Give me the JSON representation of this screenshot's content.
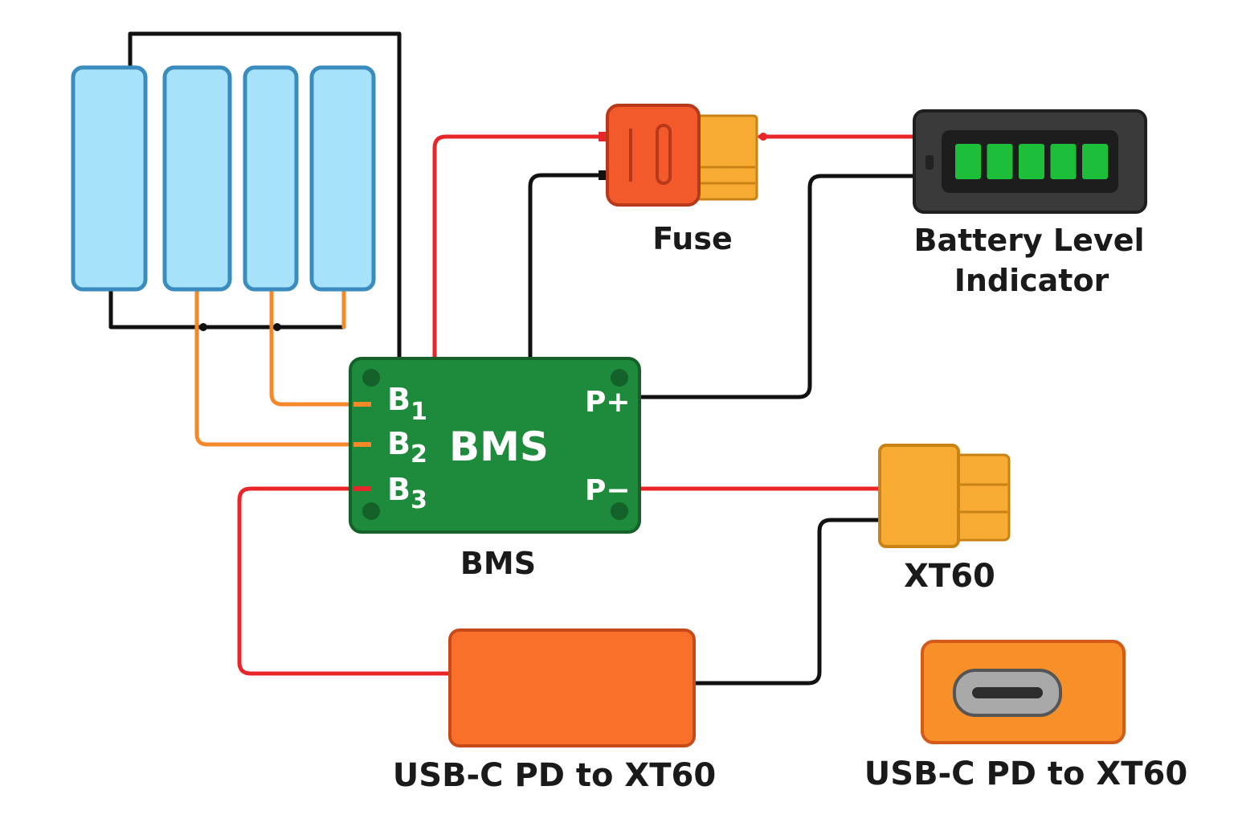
{
  "labels": {
    "fuse": "Fuse",
    "indicator_line1": "Battery Level",
    "indicator_line2": "Indicator",
    "bms_caption": "BMS",
    "xt60": "XT60",
    "converter": "USB-C PD to XT60",
    "usbc_module": "USB-C PD to XT60"
  },
  "bms": {
    "title": "BMS",
    "pins": {
      "b1_letter": "B",
      "b1_sub": "1",
      "b2_letter": "B",
      "b2_sub": "2",
      "b3_letter": "B",
      "b3_sub": "3",
      "p_plus": "P+",
      "p_minus": "P−"
    }
  },
  "battery_indicator": {
    "segments_lit": 5,
    "segments_total": 5
  },
  "cells": {
    "count": 4
  },
  "colors": {
    "wire_red": "#e8262a",
    "wire_black": "#111111",
    "wire_orange": "#f5892a",
    "cell_fill": "#a6e3fb",
    "cell_stroke": "#3a8cbf",
    "bms_board": "#1e8a3b",
    "fuse_body": "#f25a2b",
    "xt60_body": "#f7ab33",
    "converter_body": "#f8702a",
    "indicator_body": "#3a3a3a",
    "indicator_led": "#1dbf3a"
  }
}
